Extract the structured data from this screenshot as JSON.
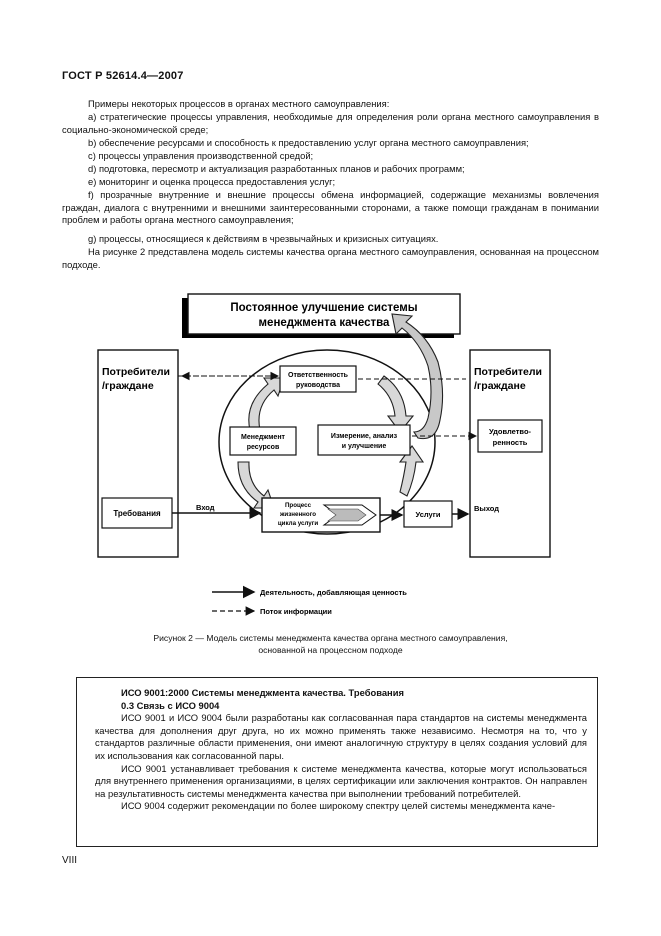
{
  "header": {
    "doc_id": "ГОСТ Р 52614.4—2007"
  },
  "intro": {
    "lead": "Примеры некоторых процессов в органах местного самоуправления:",
    "items": [
      "a) стратегические процессы управления, необходимые для определения роли органа местного самоуправления в социально-экономической среде;",
      "b) обеспечение ресурсами и способность к предоставлению услуг органа местного самоуправления;",
      "c) процессы управления производственной средой;",
      "d) подготовка, пересмотр и актуализация разработанных планов и рабочих программ;",
      "e) мониторинг и оценка процесса предоставления услуг;",
      "f) прозрачные внутренние и внешние процессы обмена информацией, содержащие механизмы вовлечения граждан, диалога с внутренними и внешними заинтересованными сторонами, а также помощи гражданам в понимании проблем и работы органа местного самоуправления;",
      "g) процессы, относящиеся к действиям в чрезвычайных и кризисных ситуациях."
    ],
    "after": "На рисунке 2 представлена модель системы качества органа местного самоуправления, основанная на процессном подходе."
  },
  "figure": {
    "top_title_line1": "Постоянное улучшение системы",
    "top_title_line2": "менеджмента качества",
    "left_panel_title_line1": "Потребители",
    "left_panel_title_line2": "/граждане",
    "right_panel_title_line1": "Потребители",
    "right_panel_title_line2": "/граждане",
    "requirements": "Требования",
    "input_label": "Вход",
    "output_label": "Выход",
    "satisfaction_line1": "Удовлетво-",
    "satisfaction_line2": "ренность",
    "responsibility_line1": "Ответственность",
    "responsibility_line2": "руководства",
    "resources_line1": "Менеджмент",
    "resources_line2": "ресурсов",
    "measurement_line1": "Измерение, анализ",
    "measurement_line2": "и улучшение",
    "lifecycle_line1": "Процесс",
    "lifecycle_line2": "жизненного",
    "lifecycle_line3": "цикла услуги",
    "services": "Услуги",
    "legend_value": "Деятельность, добавляющая ценность",
    "legend_info": "Поток информации"
  },
  "caption": {
    "line1": "Рисунок 2 — Модель системы менеджмента качества органа местного самоуправления,",
    "line2": "основанной на процессном подходе"
  },
  "boxed": {
    "title": "ИСО 9001:2000 Системы менеджмента качества. Требования",
    "subtitle": "0.3 Связь с ИСО 9004",
    "p1": "ИСО 9001 и ИСО 9004 были разработаны как согласованная пара стандартов на системы менеджмента качества для дополнения друг друга, но их можно применять также независимо. Несмотря на то, что у стандартов различные области применения, они имеют аналогичную структуру в целях создания условий для их использования как согласованной пары.",
    "p2": "ИСО 9001 устанавливает требования к системе менеджмента качества, которые могут использоваться для внутреннего применения организациями, в целях сертификации или заключения контрактов. Он направлен на результативность системы менеджмента качества при выполнении требований потребителей.",
    "p3": "ИСО 9004 содержит рекомендации по более широкому спектру целей системы менеджмента каче-"
  },
  "footer": {
    "page_number": "VIII"
  }
}
